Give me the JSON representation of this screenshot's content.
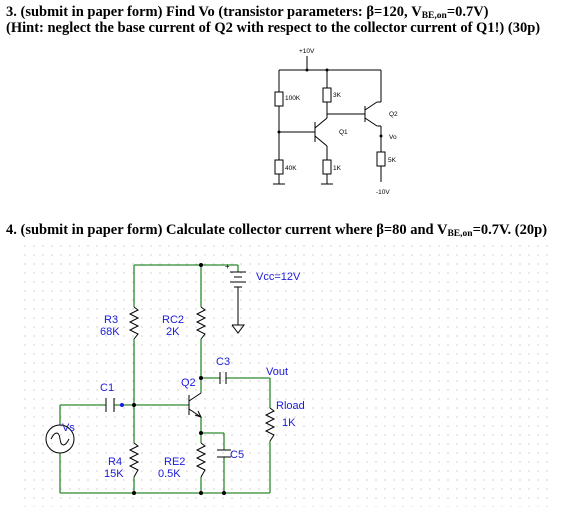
{
  "q3": {
    "line1_pre": "3. (submit in paper form) Find Vo (transistor parameters: ",
    "line1_beta": "β=120, V",
    "line1_sub": "BE,on",
    "line1_post": "=0.7V)",
    "line2": "(Hint: neglect the base current of Q2 with respect to the collector current of Q1!) (30p)"
  },
  "circuit1": {
    "supply": "+10V",
    "r_100k": "100K",
    "r_3k": "3K",
    "r_40k": "40K",
    "r_1k": "1K",
    "r_5k": "5K",
    "q1": "Q1",
    "q2": "Q2",
    "vo": "Vo",
    "neg": "-10V"
  },
  "q4": {
    "line1_pre": "4. (submit in paper form) Calculate collector current where ",
    "line1_beta": "β=80 and V",
    "line1_sub": "BE,on",
    "line1_post": "=0.7V. (20p)"
  },
  "circuit2": {
    "vcc": "Vcc=12V",
    "plus": "+",
    "r3_name": "R3",
    "r3_val": "68K",
    "rc2_name": "RC2",
    "rc2_val": "2K",
    "c3": "C3",
    "q2": "Q2",
    "vout": "Vout",
    "c1": "C1",
    "rload_name": "Rload",
    "rload_val": "1K",
    "vs": "Vs",
    "r4_name": "R4",
    "r4_val": "15K",
    "re2_name": "RE2",
    "re2_val": "0.5K",
    "c5": "C5"
  }
}
